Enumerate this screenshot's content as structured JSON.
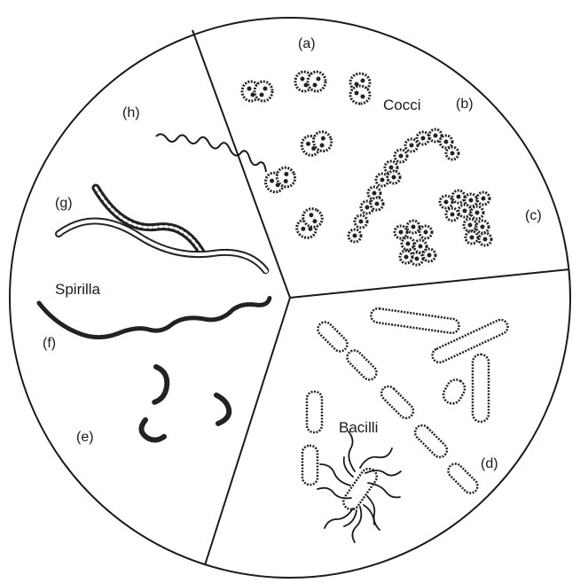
{
  "diagram": {
    "groups": {
      "cocci": "Cocci",
      "bacilli": "Bacilli",
      "spirilla": "Spirilla"
    },
    "letters": {
      "a": "(a)",
      "b": "(b)",
      "c": "(c)",
      "d": "(d)",
      "e": "(e)",
      "f": "(f)",
      "g": "(g)",
      "h": "(h)"
    }
  }
}
